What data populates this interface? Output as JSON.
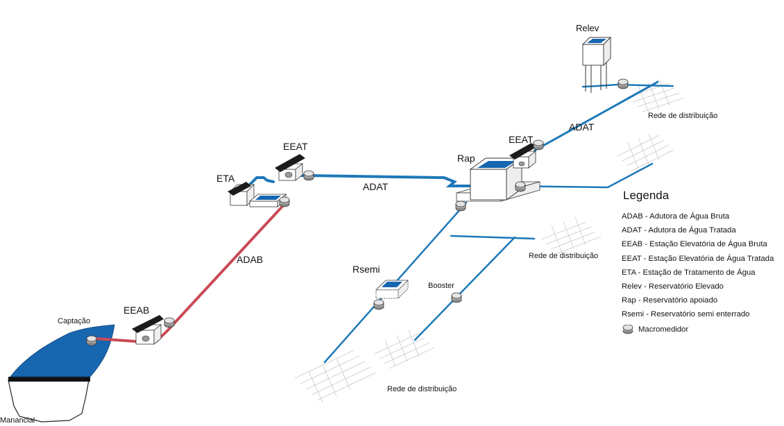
{
  "colors": {
    "raw_water_pipe": "#c94a55",
    "treated_water_pipe": "#1c78b8",
    "water": "#1766b0",
    "roof": "#1b1b1b",
    "grid": "#c9c9c9"
  },
  "labels": {
    "relev": "Relev",
    "adat_upper": "ADAT",
    "rede_top": "Rede de distribuição",
    "eeat_right": "EEAT",
    "eeat_left": "EEAT",
    "rap": "Rap",
    "eta": "ETA",
    "adat_middle": "ADAT",
    "adab": "ADAB",
    "rede_middle": "Rede de distribuição",
    "rsemi": "Rsemi",
    "booster": "Booster",
    "captacao": "Captação",
    "eeab": "EEAB",
    "rede_bottom": "Rede de distribuição",
    "manancial": "Manancial"
  },
  "legend": {
    "title": "Legenda",
    "items": [
      "ADAB - Adutora de Água Bruta",
      "ADAT - Adutora de Água Tratada",
      "EEAB - Estação Elevatória de Água Bruta",
      "EEAT - Estação Elevatória de Água Tratada",
      "ETA - Estação de Tratamento de Água",
      "Relev - Reservatório Elevado",
      "Rap - Reservatório apoiado",
      "Rsemi - Reservatório semi enterrado"
    ],
    "macromedidor": "Macromedidor",
    "macromedidor_icon": "macromedidor-icon"
  }
}
